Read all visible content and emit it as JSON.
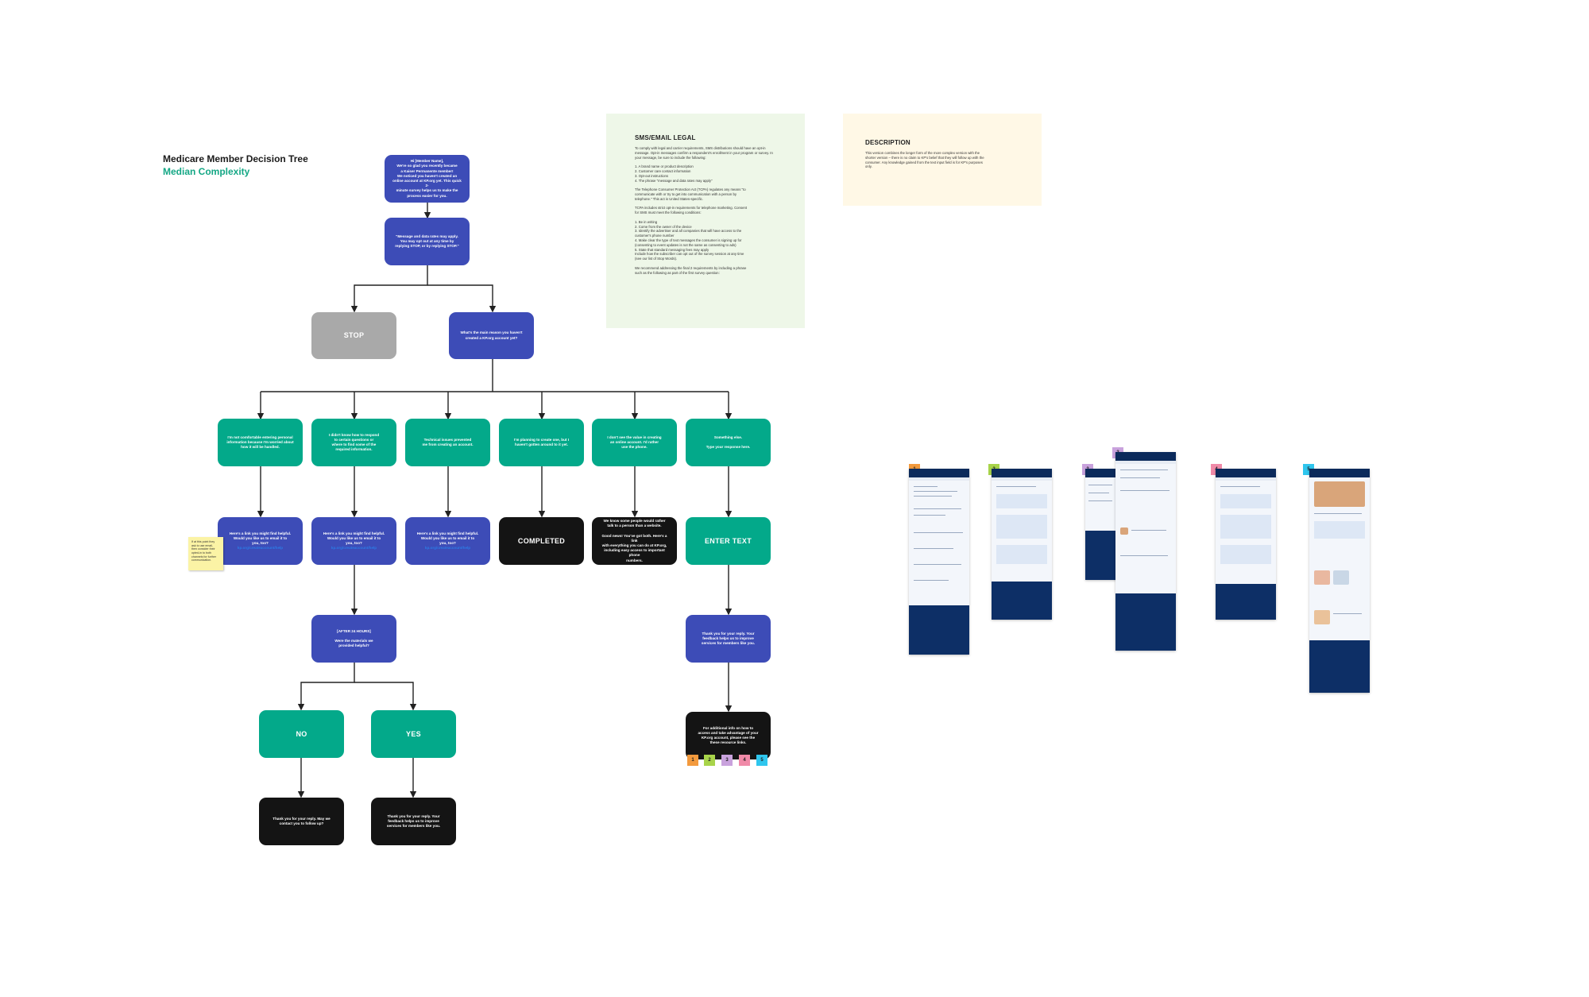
{
  "diagram": {
    "title": "Medicare Member Decision Tree",
    "subtitle": "Median Complexity"
  },
  "nodes": {
    "intro": "Hi [Member Name],\nWe're so glad you recently became\na Kaiser Permanente member!\nWe noticed you haven't created an\nonline account at KP.org yet. This quick 2-\nminute survey helps us to make the\nprocess easier for you.",
    "disclaimer": "\"Message and data rates may apply.\nYou may opt out at any time by\nreplying STOP, or by replying STOP.\"",
    "stop": "STOP",
    "main_question": "What's the main reason you haven't\ncreated a KP.org account yet?",
    "reason1": "I'm not comfortable entering personal\ninformation because I'm worried about\nhow it will be handled.",
    "reason2": "I didn't know how to respond\nto certain questions or\nwhere to find some of the\nrequired information.",
    "reason3": "Technical issues prevented\nme from creating an account.",
    "reason4": "I'm planning to create one, but I\nhaven't gotten around to it yet.",
    "reason5": "I don't see the value in creating\nan online account. I'd rather\nuse the phone.",
    "reason6": "Something else.\n\nType your response here.",
    "link1": "Here's a link you might find helpful.\nWould you like us to email it to\nyou, too?",
    "link1_url": "kp.org/createaccount/help",
    "link2": "Here's a link you might find helpful.\nWould you like us to email it to\nyou, too?",
    "link2_url": "kp.org/createaccount/help",
    "link3": "Here's a link you might find helpful.\nWould you like us to email it to\nyou, too?",
    "link3_url": "kp.org/createaccount/help",
    "completed": "COMPLETED",
    "phone_reply": "We know some people would rather\ntalk to a person than a website.\n\nGood news! You've got both. Here's a link\nwith everything you can do at KP.org,\nincluding easy access to important phone\nnumbers.",
    "enter_text": "ENTER TEXT",
    "followup_question": "[AFTER 24 HOURS]\n\nWere the materials we\nprovided helpful?",
    "thanks_feedback": "Thank you for your reply. Your\nfeedback helps us to improve\nservices for members like you.",
    "no": "NO",
    "yes": "YES",
    "thanks_no": "Thank you for your reply. May we\ncontact you to follow up?",
    "thanks_yes": "Thank you for your reply. Your\nfeedback helps us to improve\nservices for members like you.",
    "additional_info": "For additional info on how to\naccess and take advantage of your\nKP.org account, please see the\nthese resource links."
  },
  "sticky_note": "If at this point they\nask to use email,\nthen consider their\nopted-in to both\nchannels for further\ncommunication.",
  "sms_note": {
    "heading": "SMS/EMAIL LEGAL",
    "body": "To comply with legal and carrier requirements, SMS distributions should have an opt-in\nmessage. Opt-in messages confirm a respondent's enrollment in your program or survey. In\nyour message, be sure to include the following:\n\n1. A brand name or product description\n2. Customer care contact information\n3. Opt-out instructions\n4. The phrase \"message and data rates may apply\"\n\nThe Telephone Consumer Protection Act (TCPA) regulates any means \"to\ncommunicate with or try to get into communication with a person by\ntelephone.\" This act is United States-specific.\n\nTCPA includes strict opt-in requirements for telephone marketing. Consent\nfor SMS must meet the following conditions:\n\n1. Be in writing\n2. Come from the owner of the device\n3. Identify the advertiser and all companies that will have access to the\ncustomer's phone number\n4. Make clear the type of text messages the consumer is signing up for\n(consenting to event updates is not the same as consenting to ads)\n5. State that standard messaging fees may apply\nInclude how the subscriber can opt out of the survey session at any time\n(see our list of Stop Words).\n\nWe recommend addressing the final 2 requirements by including a phrase\nsuch as the following as part of the first survey question:"
  },
  "description_note": {
    "heading": "DESCRIPTION",
    "body": "This version combines the longer form of the more complex version with the\nshorter version – there is no claim to KP's belief that they will follow up with the\nconsumer. Any knowledge gained from the text input field is for KP's purposes\nonly."
  },
  "resource_badges": [
    "1",
    "2",
    "3",
    "4",
    "5"
  ],
  "thumbnail_badges": [
    "1",
    "2",
    "3",
    "3",
    "4",
    "5"
  ],
  "colors": {
    "blue": "#3d4cb7",
    "teal": "#03a98a",
    "black": "#141414",
    "gray": "#a9a9a9",
    "badge1": "#f39a3d",
    "badge2": "#a8d44a",
    "badge3": "#c9a2dd",
    "badge4": "#f08aa8",
    "badge5": "#2fc6ee"
  }
}
